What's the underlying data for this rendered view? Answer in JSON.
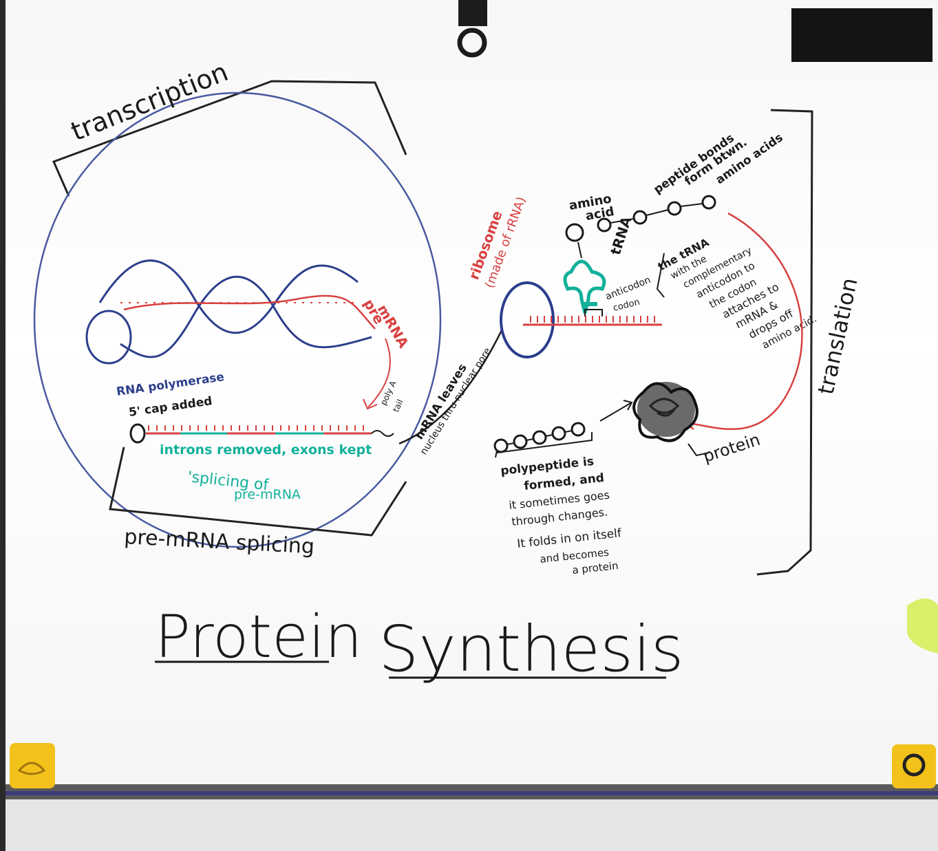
{
  "title_words": [
    "Protein",
    "Synthesis"
  ],
  "stages": {
    "transcription": "transcription",
    "splicing": "pre-mRNA splicing",
    "translation": "translation"
  },
  "labels": {
    "pre_mrna": [
      "pre",
      "mRNA"
    ],
    "rna_polymerase": "RNA polymerase",
    "cap": "5' cap added",
    "polya": [
      "poly A",
      "tail"
    ],
    "introns": "introns removed, exons kept",
    "splicing_of": [
      "'splicing of",
      "pre-mRNA"
    ],
    "mrna_leaves": [
      "mRNA leaves",
      "nucleus thru nuclear pore"
    ],
    "ribosome": [
      "ribosome",
      "(made of rRNA)"
    ],
    "amino_acid": [
      "amino",
      "acid"
    ],
    "trna": "tRNA",
    "anticodon": "anticodon",
    "codon": "codon",
    "peptide": [
      "peptide bonds",
      "form btwn.",
      "amino acids"
    ],
    "trna_note": [
      "the tRNA",
      "with the",
      "complementary",
      "anticodon to",
      "the codon",
      "attaches to",
      "mRNA &",
      "drops off",
      "amino acid."
    ],
    "polypeptide": [
      "polypeptide is",
      "formed, and",
      "it sometimes goes",
      "through changes.",
      "It folds in on itself",
      "and becomes",
      "a protein"
    ],
    "protein": "protein"
  },
  "colors": {
    "ink_black": "#1a1a1a",
    "ink_blue": "#2c3e8c",
    "ink_red": "#d84040",
    "ink_green": "#12b09a",
    "magnet_yellow": "#f2c21b"
  }
}
